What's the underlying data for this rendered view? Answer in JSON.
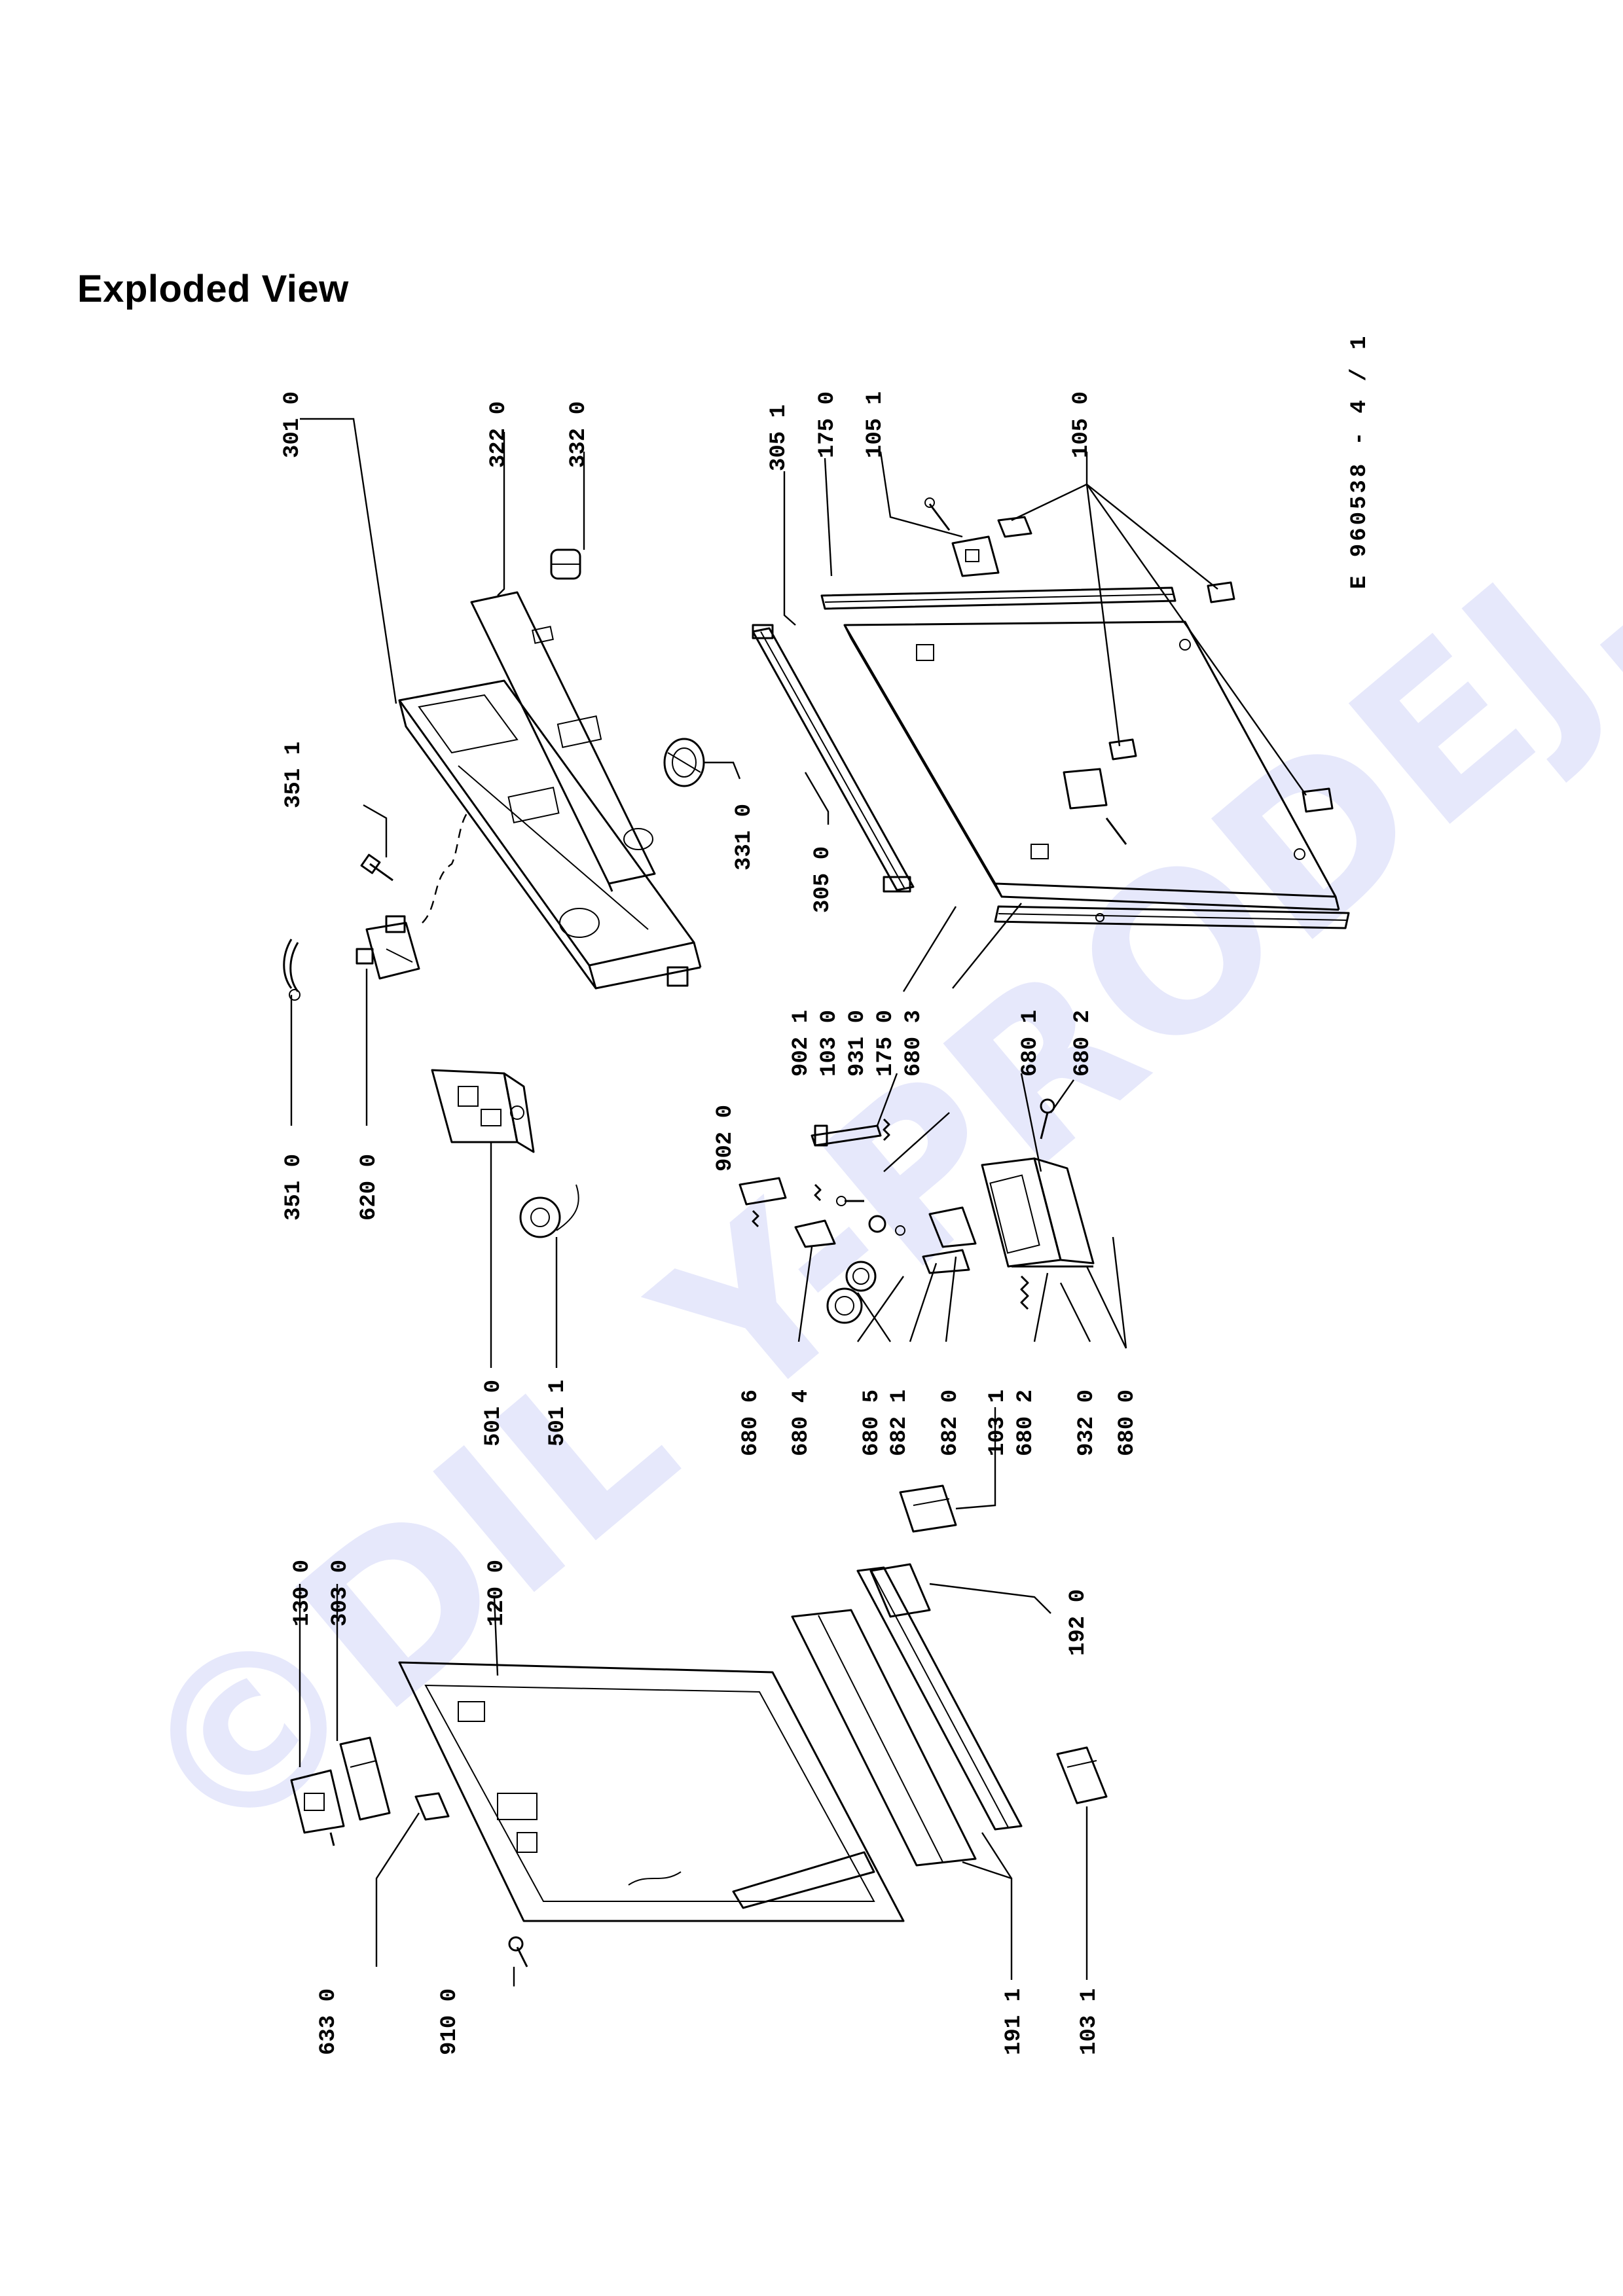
{
  "title": "Exploded View",
  "drawing_code": "E 960538 - 4 / 1",
  "watermark": "©DIL Y-PRODEJ.cz",
  "colors": {
    "ink": "#000000",
    "watermark": "#e6e8fb",
    "paper": "#ffffff"
  },
  "part_labels": {
    "l_301_0": "301 0",
    "l_322_0": "322 0",
    "l_332_0": "332 0",
    "l_305_1": "305 1",
    "l_175_0_top": "175 0",
    "l_105_1": "105 1",
    "l_105_0": "105 0",
    "l_351_1": "351 1",
    "l_331_0": "331 0",
    "l_305_0": "305 0",
    "l_351_0": "351 0",
    "l_620_0": "620 0",
    "l_902_1": "902 1",
    "l_103_0": "103 0",
    "l_931_0": "931 0",
    "l_175_0_mid": "175 0",
    "l_680_3": "680 3",
    "l_680_1": "680 1",
    "l_680_2": "680 2",
    "l_902_0": "902 0",
    "l_501_0": "501 0",
    "l_501_1": "501 1",
    "l_680_6": "680 6",
    "l_680_4": "680 4",
    "l_680_5": "680 5",
    "l_682_1": "682 1",
    "l_682_0": "682 0",
    "l_103_1_mid": "103 1",
    "l_680_2b": "680 2",
    "l_932_0": "932 0",
    "l_680_0": "680 0",
    "l_130_0": "130 0",
    "l_303_0": "303 0",
    "l_120_0": "120 0",
    "l_192_0": "192 0",
    "l_633_0": "633 0",
    "l_910_0": "910 0",
    "l_191_1": "191 1",
    "l_103_1_bot": "103 1"
  }
}
